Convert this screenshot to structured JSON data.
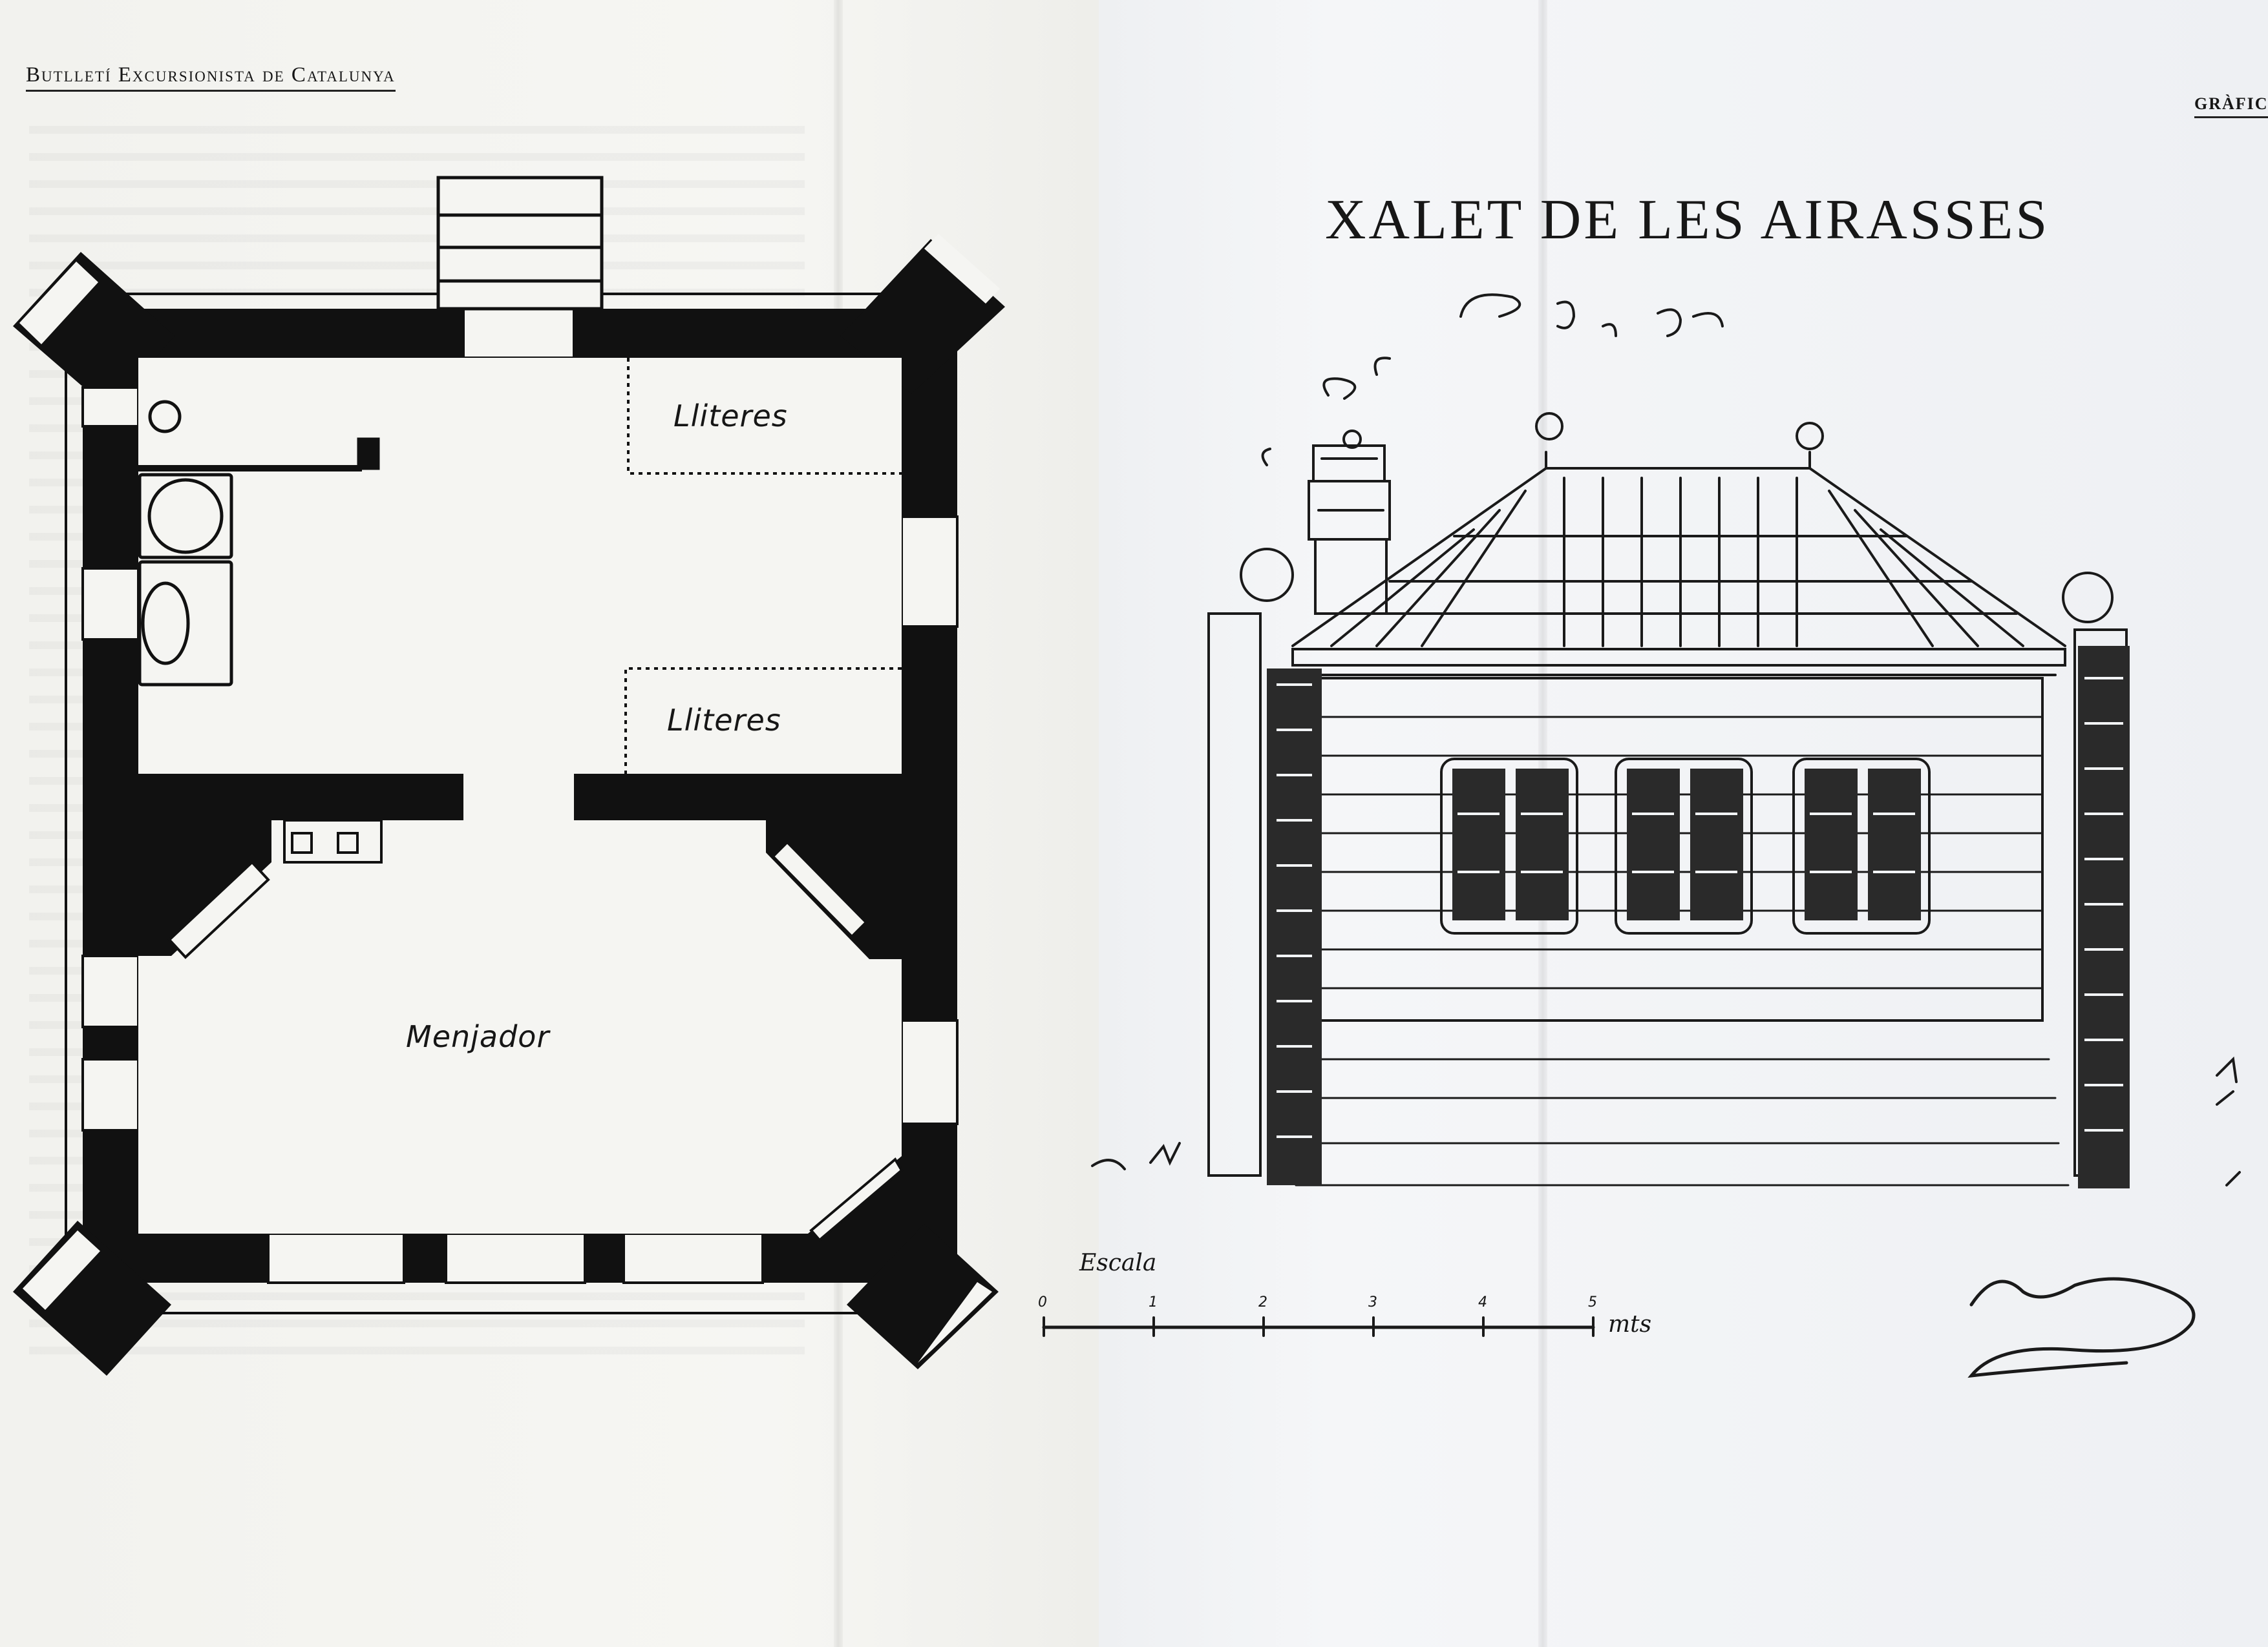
{
  "header": {
    "journal": "Butlletí Excursionista de Catalunya",
    "section": "GRÀFIC"
  },
  "title": "XALET DE LES AIRASSES",
  "plan": {
    "rooms": [
      {
        "id": "bunks-1",
        "label": "Lliteres"
      },
      {
        "id": "bunks-2",
        "label": "Lliteres"
      },
      {
        "id": "dining",
        "label": "Menjador"
      }
    ]
  },
  "scale": {
    "label": "Escala",
    "ticks": [
      "0",
      "1",
      "2",
      "3",
      "4",
      "5"
    ],
    "unit": "mts"
  },
  "colors": {
    "ink": "#161616",
    "paper_left": "#f4f4f1",
    "paper_right": "#f2f4f6"
  }
}
